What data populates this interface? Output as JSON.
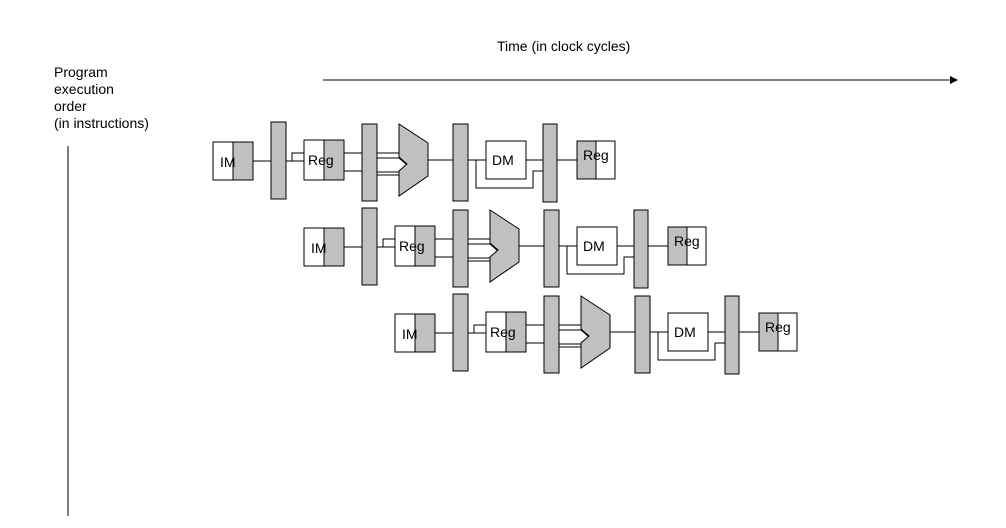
{
  "time_axis": {
    "label": "Time (in clock cycles)"
  },
  "order_axis": {
    "lines": [
      "Program",
      "execution",
      "order",
      "(in instructions)"
    ]
  },
  "stage_labels": {
    "instruction_memory": "IM",
    "register_file": "Reg",
    "data_memory": "DM"
  },
  "instructions": [
    {
      "stages": [
        "IM",
        "Reg",
        "ALU",
        "DM",
        "Reg"
      ]
    },
    {
      "stages": [
        "IM",
        "Reg",
        "ALU",
        "DM",
        "Reg"
      ]
    },
    {
      "stages": [
        "IM",
        "Reg",
        "ALU",
        "DM",
        "Reg"
      ]
    }
  ],
  "colors": {
    "shade": "#c0c0c0",
    "line": "#000000",
    "box": "#ffffff"
  }
}
